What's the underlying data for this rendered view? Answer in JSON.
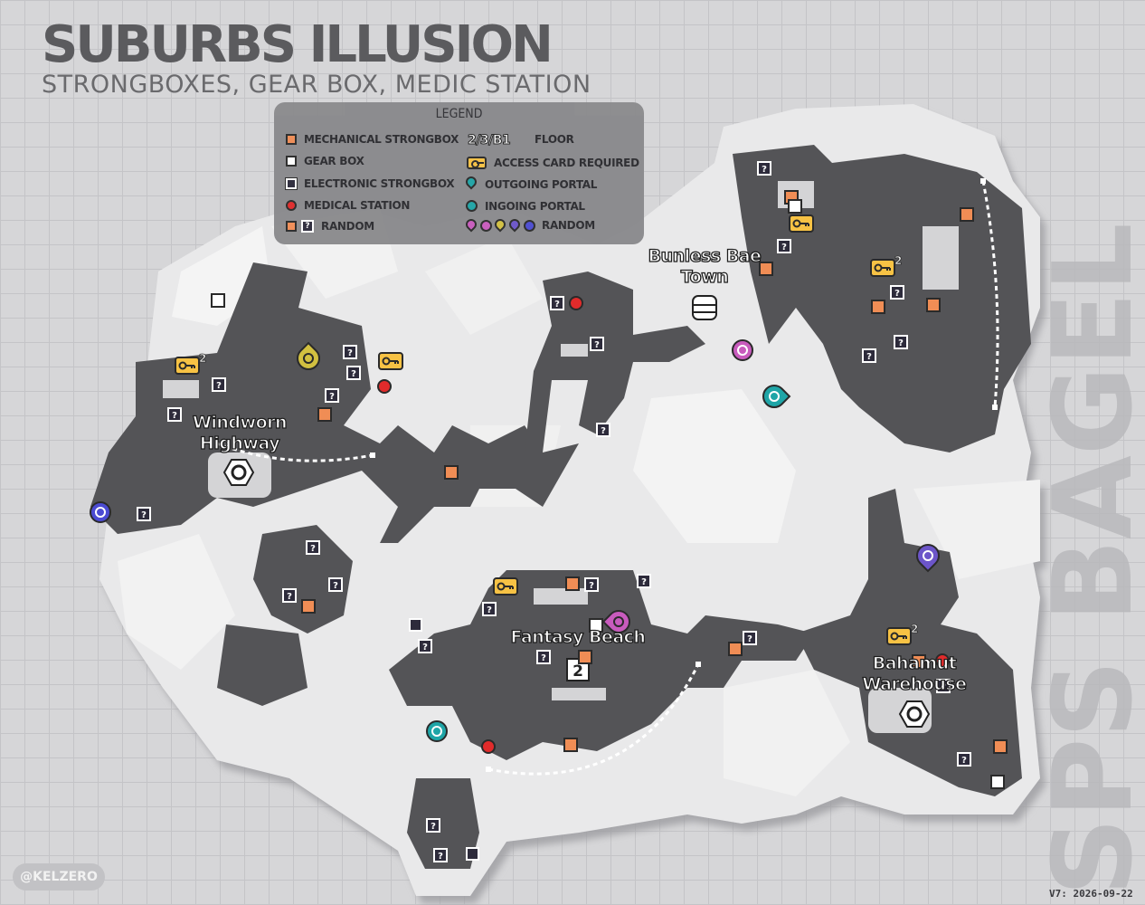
{
  "title": "SUBURBS ILLUSION",
  "subtitle": "STRONGBOXES, GEAR BOX, MEDIC STATION",
  "legend": {
    "title": "LEGEND",
    "items": {
      "mechanical": "MECHANICAL STRONGBOX",
      "gear": "GEAR BOX",
      "electronic": "ELECTRONIC STRONGBOX",
      "medical": "MEDICAL STATION",
      "random_left": "RANDOM",
      "floor_code": "2/3/B1",
      "floor": "FLOOR",
      "access": "ACCESS CARD REQUIRED",
      "outgoing": "OUTGOING PORTAL",
      "ingoing": "INGOING PORTAL",
      "random_right": "RANDOM"
    }
  },
  "locations": {
    "windworn": [
      "Windworn",
      "Highway"
    ],
    "bunless": [
      "Bunless Bae",
      "Town"
    ],
    "fantasy": "Fantasy Beach",
    "bahamut": [
      "Bahamut",
      "Warehouse"
    ]
  },
  "credit": "@KELZERO",
  "version": "V7: 2026-09-22",
  "brand_text": "SPS BAGEL",
  "colors": {
    "mechanical": "#f08d55",
    "gear": "#ffffff",
    "electronic": "#2d2b3b",
    "medical": "#e12b2b",
    "access": "#f7c244",
    "portal_teal": "#1fa5a7",
    "portal_pink": "#c85bbd",
    "portal_yellow": "#d2c040",
    "portal_purple": "#6c55c9",
    "portal_blue": "#4b4bd2"
  },
  "icons": [
    "question-mark-icon",
    "key-card-icon",
    "portal-pin-icon",
    "portal-ring-icon",
    "hexagon-nut-icon",
    "barrel-icon",
    "floor-marker-icon"
  ]
}
